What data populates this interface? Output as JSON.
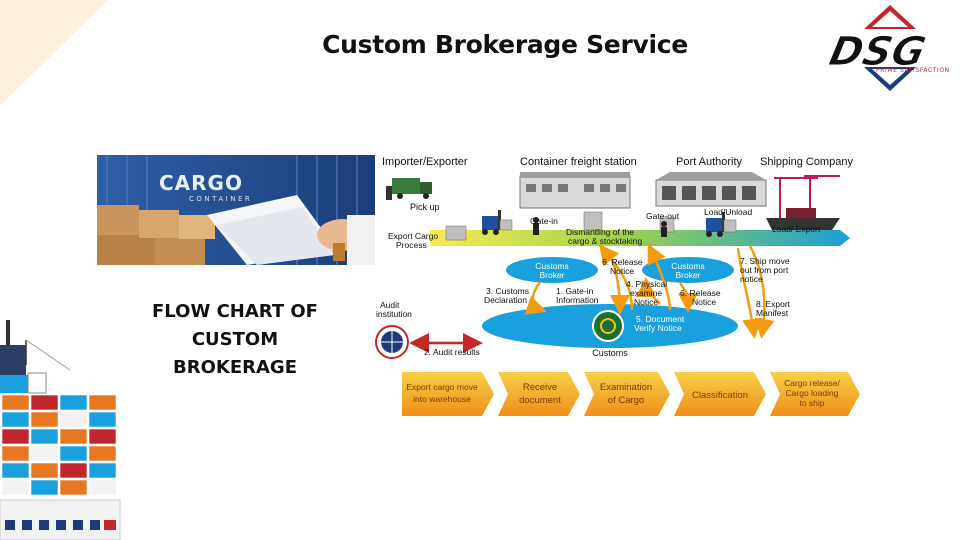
{
  "slide": {
    "title": "Custom Brokerage Service",
    "left_caption_lines": [
      "FLOW CHART OF",
      "CUSTOM",
      "BROKERAGE"
    ]
  },
  "logo": {
    "text": "DSG",
    "slogan": "PRIME SATISFACTION",
    "colors": {
      "red": "#c0272d",
      "navy": "#1f3a7a",
      "black": "#111111"
    }
  },
  "photo": {
    "sign_text": "CARGO",
    "sign_subtext": "CONTAINER"
  },
  "diagram": {
    "headers": {
      "importer": "Importer/Exporter",
      "freight_station": "Container freight station",
      "port_authority": "Port Authority",
      "shipping_company": "Shipping Company"
    },
    "stage_labels": {
      "pick_up": "Pick up",
      "export_process_line1": "Export Cargo",
      "export_process_line2": "Process",
      "gate_in": "Gate-in",
      "dismantling_line1": "Dismantling of the",
      "dismantling_line2": "cargo & stocktaking",
      "gate_out": "Gate-out",
      "load_unload": "Load/Unload",
      "load_export": "Load/ Export"
    },
    "brokers": {
      "left_line1": "Customs",
      "left_line2": "Broker",
      "right_line1": "Customs",
      "right_line2": "Broker"
    },
    "steps": {
      "s1_line1": "1. Gate-in",
      "s1_line2": "Information",
      "s2": "2. Audit results",
      "s3_line1": "3. Customs",
      "s3_line2": "Declaration",
      "s4_line1": "4. Physical",
      "s4_line2": "examine",
      "s4_line3": "Notice",
      "s5_line1": "5. Document",
      "s5_line2": "Verify Notice",
      "s6a_line1": "6. Release",
      "s6a_line2": "Notice",
      "s6b_line1": "6. Release",
      "s6b_line2": "Notice",
      "s7_line1": "7. Ship move",
      "s7_line2": "out from port",
      "s7_line3": "notice",
      "s8_line1": "8. Export",
      "s8_line2": "Manifest"
    },
    "audit_line1": "Audit",
    "audit_line2": "institution",
    "customs_label": "Customs",
    "process_steps": [
      {
        "line1": "Export cargo move",
        "line2": "into warehouse"
      },
      {
        "line1": "Receive",
        "line2": "document"
      },
      {
        "line1": "Examination",
        "line2": "of Cargo"
      },
      {
        "line1": "Classification",
        "line2": ""
      },
      {
        "line1": "Cargo release/",
        "line2": "Cargo loading",
        "line3": "to ship"
      }
    ],
    "colors": {
      "ellipse": "#1aa0dc",
      "band_start": "#f7ec52",
      "band_end": "#1a9fd6",
      "arrow_orange": "#f39c12",
      "arrow_red": "#c62828"
    }
  }
}
